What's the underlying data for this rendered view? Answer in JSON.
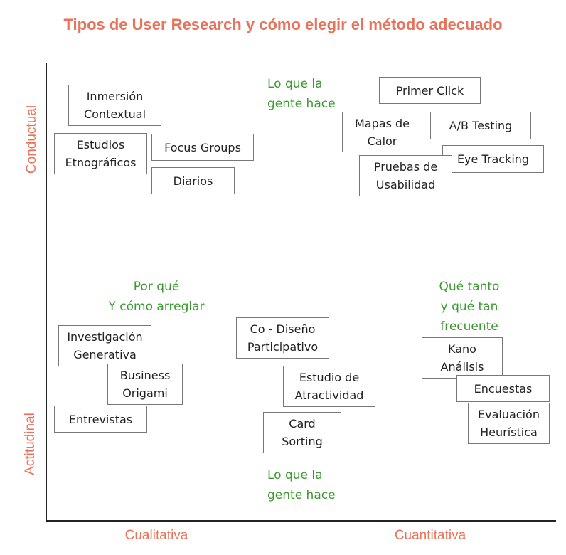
{
  "title": "Tipos de User Research y cómo elegir el método adecuado",
  "axes": {
    "y_top": "Conductual",
    "y_bottom": "Actitudinal",
    "x_left": "Cualitativa",
    "x_right": "Cuantitativa"
  },
  "notes": {
    "top": "Lo que la\ngente hace",
    "left": "Por qué\nY cómo arreglar",
    "right": "Qué tanto\ny qué tan\nfrecuente",
    "bottom": "Lo que la\ngente hace"
  },
  "methods": {
    "inmersion": "Inmersión\nContextual",
    "etnograficos": "Estudios\nEtnográficos",
    "focus_groups": "Focus Groups",
    "diarios": "Diarios",
    "primer_click": "Primer Click",
    "mapas_calor": "Mapas de\nCalor",
    "ab_testing": "A/B Testing",
    "eye_tracking": "Eye Tracking",
    "pruebas_usabilidad": "Pruebas de\nUsabilidad",
    "investigacion_generativa": "Investigación\nGenerativa",
    "business_origami": "Business\nOrigami",
    "entrevistas": "Entrevistas",
    "co_diseno": "Co - Diseño\nParticipativo",
    "atractividad": "Estudio de\nAtractividad",
    "card_sorting": "Card\nSorting",
    "kano": "Kano\nAnálisis",
    "encuestas": "Encuestas",
    "evaluacion_heuristica": "Evaluación\nHeurística"
  }
}
